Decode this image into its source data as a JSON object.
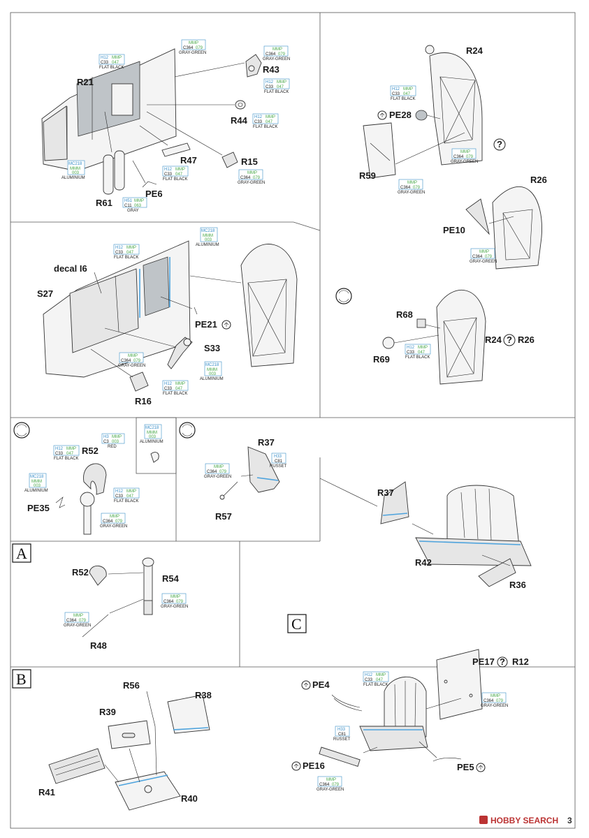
{
  "section_labels": {
    "a": "A",
    "b": "B",
    "c": "C"
  },
  "parts": {
    "r21": "R21",
    "r43": "R43",
    "r44": "R44",
    "r15": "R15",
    "r47": "R47",
    "pe6": "PE6",
    "r61": "R61",
    "r24": "R24",
    "pe28": "PE28",
    "r59": "R59",
    "r26": "R26",
    "pe10": "PE10",
    "decal": "decal I6",
    "s27": "S27",
    "pe21": "PE21",
    "s33": "S33",
    "r16": "R16",
    "r68": "R68",
    "r69": "R69",
    "r24b": "R24",
    "r26b": "R26",
    "r52": "R52",
    "pe35": "PE35",
    "r37": "R37",
    "r57": "R57",
    "r37b": "R37",
    "r42": "R42",
    "r36": "R36",
    "r52b": "R52",
    "r54": "R54",
    "r48": "R48",
    "r56": "R56",
    "r38": "R38",
    "r39": "R39",
    "r41": "R41",
    "r40": "R40",
    "pe17": "PE17",
    "r12": "R12",
    "pe4": "PE4",
    "pe16": "PE16",
    "pe5": "PE5"
  },
  "colors": {
    "gray_green": {
      "code1": "MMP",
      "code2": "C364",
      "code3": "079",
      "name": "GRAY-GREEN"
    },
    "flat_black": {
      "code1": "H12",
      "code2": "MMP",
      "code3": "C33",
      "code4": "047",
      "name": "FLAT BLACK"
    },
    "aluminium": {
      "code1": "MC218",
      "code2": "MMM",
      "code3": "003",
      "name": "ALUMINIUM"
    },
    "gray": {
      "code1": "H51",
      "code2": "MMP",
      "code3": "C11",
      "code4": "063",
      "name": "GRAY"
    },
    "red": {
      "code1": "H3",
      "code2": "MMP",
      "code3": "C3",
      "code4": "003",
      "name": "RED"
    },
    "russet": {
      "code1": "H33",
      "code2": "C81",
      "name": "RUSSET"
    }
  },
  "watermark": {
    "brand": "HOBBY SEARCH",
    "page": "3"
  }
}
